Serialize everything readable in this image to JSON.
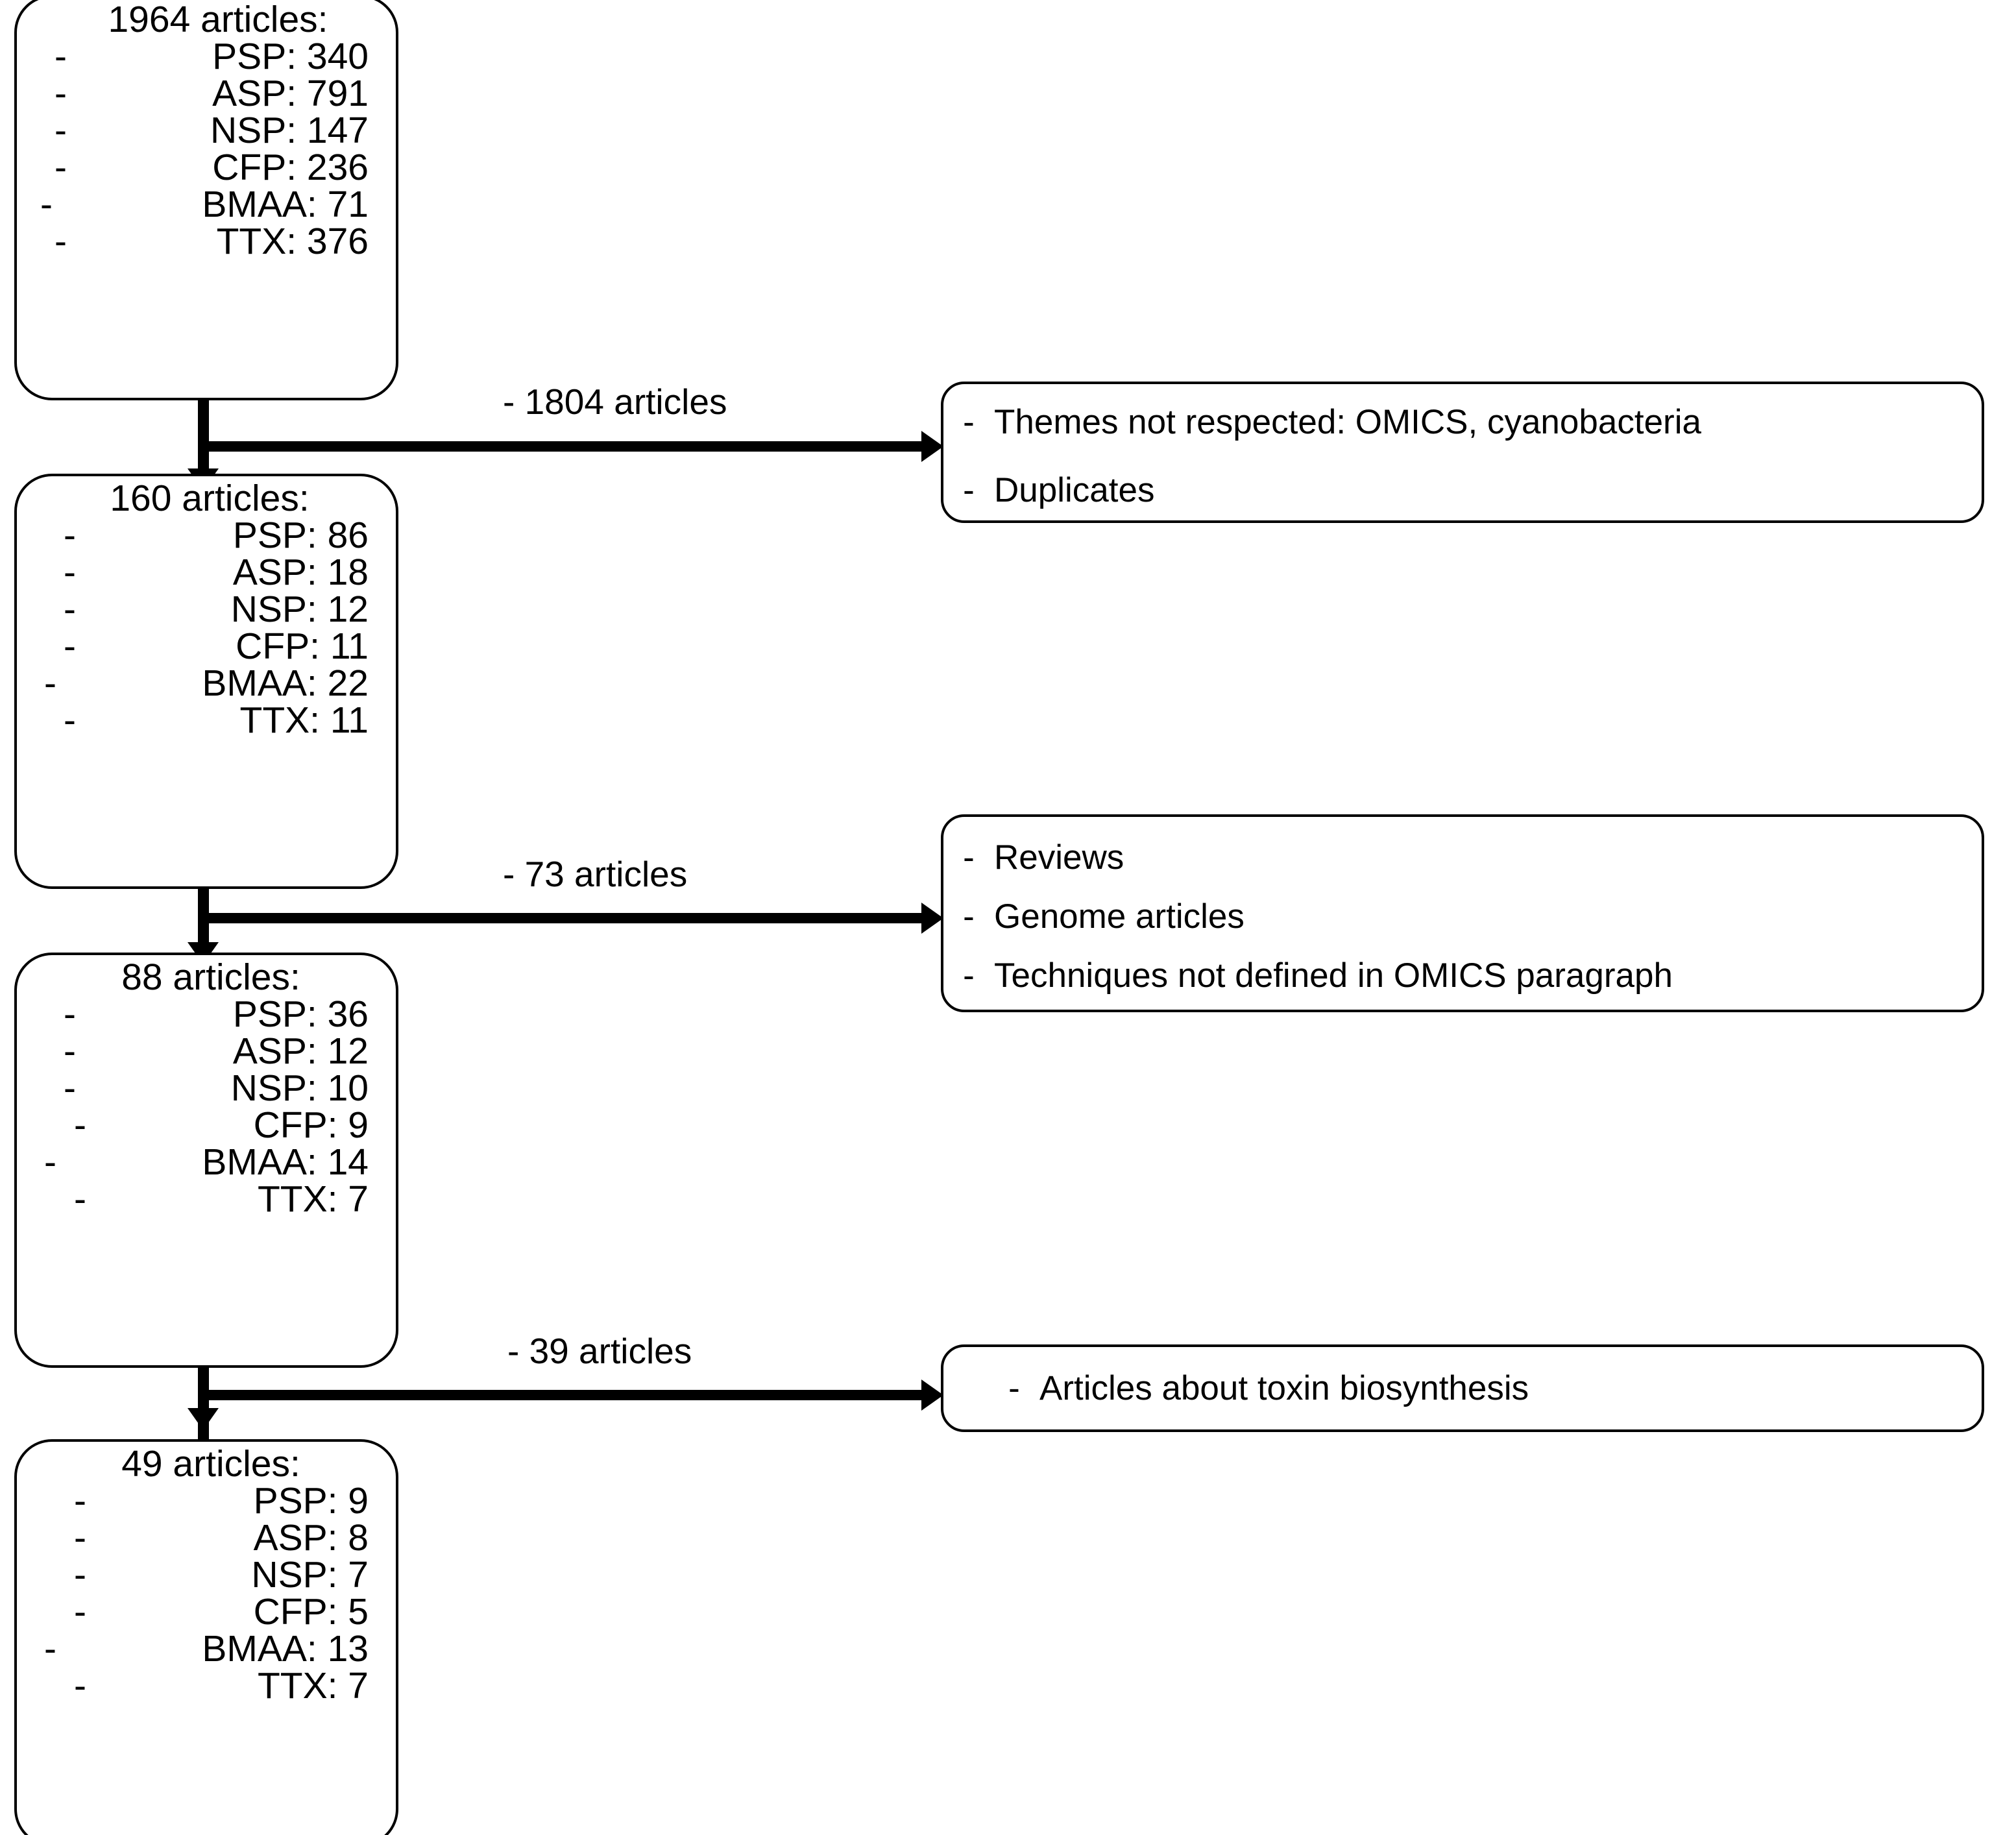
{
  "diagram": {
    "type": "flowchart",
    "orientation": "top-to-bottom",
    "stages": [
      {
        "id": "stage-1",
        "title": "1964 articles:",
        "total": 1964,
        "rows": [
          {
            "dash": "-",
            "label": "PSP: 340"
          },
          {
            "dash": "-",
            "label": "ASP: 791"
          },
          {
            "dash": "-",
            "label": "NSP: 147"
          },
          {
            "dash": "-",
            "label": "CFP: 236"
          },
          {
            "dash": "-",
            "label": "BMAA: 71"
          },
          {
            "dash": "-",
            "label": "TTX: 376"
          }
        ]
      },
      {
        "id": "stage-2",
        "title": "160 articles:",
        "total": 160,
        "rows": [
          {
            "dash": "-",
            "label": "PSP: 86"
          },
          {
            "dash": "-",
            "label": "ASP: 18"
          },
          {
            "dash": "-",
            "label": "NSP: 12"
          },
          {
            "dash": "-",
            "label": "CFP: 11"
          },
          {
            "dash": "-",
            "label": "BMAA: 22"
          },
          {
            "dash": "-",
            "label": "TTX: 11"
          }
        ]
      },
      {
        "id": "stage-3",
        "title": "88 articles:",
        "total": 88,
        "rows": [
          {
            "dash": "-",
            "label": "PSP: 36"
          },
          {
            "dash": "-",
            "label": "ASP: 12"
          },
          {
            "dash": "-",
            "label": "NSP: 10"
          },
          {
            "dash": "-",
            "label": "CFP: 9"
          },
          {
            "dash": "-",
            "label": "BMAA: 14"
          },
          {
            "dash": "-",
            "label": "TTX: 7"
          }
        ]
      },
      {
        "id": "stage-4",
        "title": "49 articles:",
        "total": 49,
        "rows": [
          {
            "dash": "-",
            "label": "PSP: 9"
          },
          {
            "dash": "-",
            "label": "ASP: 8"
          },
          {
            "dash": "-",
            "label": "NSP: 7"
          },
          {
            "dash": "-",
            "label": "CFP: 5"
          },
          {
            "dash": "-",
            "label": "BMAA: 13"
          },
          {
            "dash": "-",
            "label": "TTX: 7"
          }
        ]
      }
    ],
    "exclusions": [
      {
        "id": "exclusion-1",
        "edge_label": "- 1804 articles",
        "count": 1804,
        "reasons": [
          {
            "dash": "-",
            "text": "Themes not respected: OMICS, cyanobacteria"
          },
          {
            "dash": "-",
            "text": "Duplicates"
          }
        ]
      },
      {
        "id": "exclusion-2",
        "edge_label": "- 73 articles",
        "count": 73,
        "reasons": [
          {
            "dash": "-",
            "text": "Reviews"
          },
          {
            "dash": "-",
            "text": "Genome articles"
          },
          {
            "dash": "-",
            "text": "Techniques not defined in OMICS paragraph"
          }
        ]
      },
      {
        "id": "exclusion-3",
        "edge_label": "- 39 articles",
        "count": 39,
        "reasons": [
          {
            "dash": "-",
            "text": "Articles about toxin biosynthesis"
          }
        ]
      }
    ],
    "colors": {
      "stroke": "#000000",
      "fill": "#ffffff",
      "text": "#000000"
    }
  }
}
